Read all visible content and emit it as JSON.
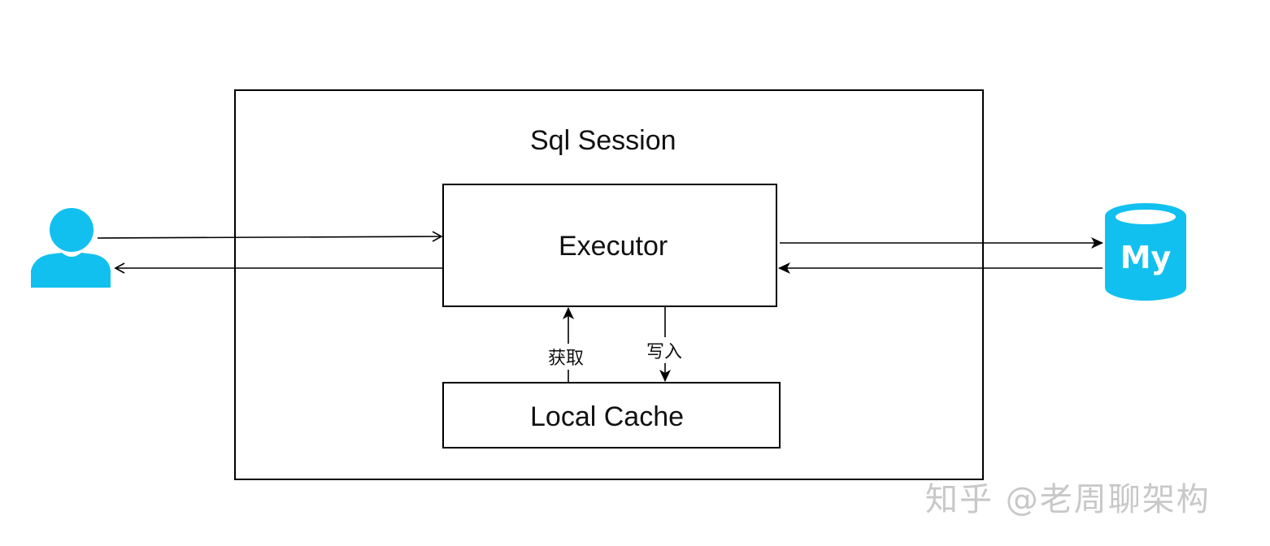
{
  "diagram": {
    "session_label": "Sql Session",
    "executor_label": "Executor",
    "cache_label": "Local Cache",
    "fetch_label": "获取",
    "write_label": "写入",
    "db_icon_text": "My",
    "accent_color": "#12c0f0"
  },
  "watermark": {
    "text": "知乎 @老周聊架构"
  },
  "icons": {
    "user": "user-icon",
    "database": "mysql-database-icon"
  }
}
